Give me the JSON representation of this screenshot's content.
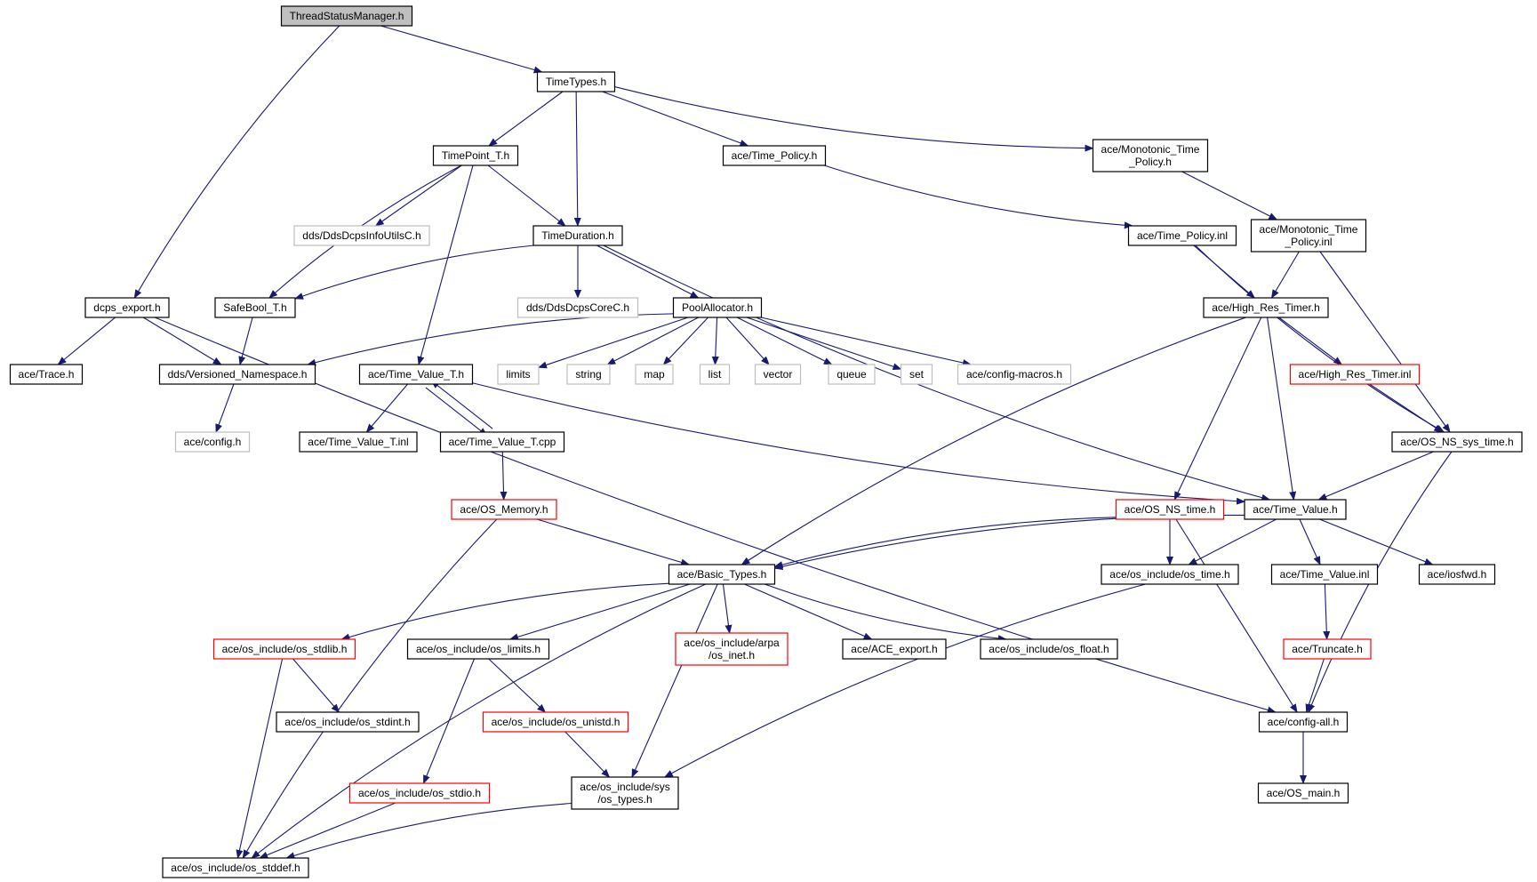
{
  "colors": {
    "edge": "#191970",
    "root_fill": "#bfbfbf",
    "normal_border": "#000000",
    "truncated_border": "#ff0000",
    "external_border": "#bfbfbf",
    "background": "#ffffff"
  },
  "nodes": [
    {
      "id": "n_root",
      "lines": [
        "ThreadStatusManager.h"
      ],
      "kind": "root"
    },
    {
      "id": "n_timetypes",
      "lines": [
        "TimeTypes.h"
      ],
      "kind": "normal"
    },
    {
      "id": "n_timepoint",
      "lines": [
        "TimePoint_T.h"
      ],
      "kind": "normal"
    },
    {
      "id": "n_time_policy",
      "lines": [
        "ace/Time_Policy.h"
      ],
      "kind": "normal"
    },
    {
      "id": "n_mono_policy_h",
      "lines": [
        "ace/Monotonic_Time",
        "_Policy.h"
      ],
      "kind": "normal"
    },
    {
      "id": "n_dds_infoutils",
      "lines": [
        "dds/DdsDcpsInfoUtilsC.h"
      ],
      "kind": "external"
    },
    {
      "id": "n_timeduration",
      "lines": [
        "TimeDuration.h"
      ],
      "kind": "normal"
    },
    {
      "id": "n_time_policy_inl",
      "lines": [
        "ace/Time_Policy.inl"
      ],
      "kind": "normal"
    },
    {
      "id": "n_mono_policy_inl",
      "lines": [
        "ace/Monotonic_Time",
        "_Policy.inl"
      ],
      "kind": "normal"
    },
    {
      "id": "n_dcps_export",
      "lines": [
        "dcps_export.h"
      ],
      "kind": "normal"
    },
    {
      "id": "n_safebool",
      "lines": [
        "SafeBool_T.h"
      ],
      "kind": "normal"
    },
    {
      "id": "n_dds_core",
      "lines": [
        "dds/DdsDcpsCoreC.h"
      ],
      "kind": "external"
    },
    {
      "id": "n_poolalloc",
      "lines": [
        "PoolAllocator.h"
      ],
      "kind": "normal"
    },
    {
      "id": "n_high_res",
      "lines": [
        "ace/High_Res_Timer.h"
      ],
      "kind": "normal"
    },
    {
      "id": "n_trace",
      "lines": [
        "ace/Trace.h"
      ],
      "kind": "normal"
    },
    {
      "id": "n_versioned",
      "lines": [
        "dds/Versioned_Namespace.h"
      ],
      "kind": "normal"
    },
    {
      "id": "n_time_value_t",
      "lines": [
        "ace/Time_Value_T.h"
      ],
      "kind": "normal"
    },
    {
      "id": "n_limits",
      "lines": [
        "limits"
      ],
      "kind": "external"
    },
    {
      "id": "n_string",
      "lines": [
        "string"
      ],
      "kind": "external"
    },
    {
      "id": "n_map",
      "lines": [
        "map"
      ],
      "kind": "external"
    },
    {
      "id": "n_list",
      "lines": [
        "list"
      ],
      "kind": "external"
    },
    {
      "id": "n_vector",
      "lines": [
        "vector"
      ],
      "kind": "external"
    },
    {
      "id": "n_queue",
      "lines": [
        "queue"
      ],
      "kind": "external"
    },
    {
      "id": "n_set",
      "lines": [
        "set"
      ],
      "kind": "external"
    },
    {
      "id": "n_config_macros",
      "lines": [
        "ace/config-macros.h"
      ],
      "kind": "external"
    },
    {
      "id": "n_high_res_inl",
      "lines": [
        "ace/High_Res_Timer.inl"
      ],
      "kind": "truncated"
    },
    {
      "id": "n_config_h",
      "lines": [
        "ace/config.h"
      ],
      "kind": "external"
    },
    {
      "id": "n_time_value_t_inl",
      "lines": [
        "ace/Time_Value_T.inl"
      ],
      "kind": "normal"
    },
    {
      "id": "n_time_value_t_cpp",
      "lines": [
        "ace/Time_Value_T.cpp"
      ],
      "kind": "normal"
    },
    {
      "id": "n_os_ns_sys_time",
      "lines": [
        "ace/OS_NS_sys_time.h"
      ],
      "kind": "normal"
    },
    {
      "id": "n_os_memory",
      "lines": [
        "ace/OS_Memory.h"
      ],
      "kind": "truncated"
    },
    {
      "id": "n_os_ns_time",
      "lines": [
        "ace/OS_NS_time.h"
      ],
      "kind": "truncated"
    },
    {
      "id": "n_time_value",
      "lines": [
        "ace/Time_Value.h"
      ],
      "kind": "normal"
    },
    {
      "id": "n_basic_types",
      "lines": [
        "ace/Basic_Types.h"
      ],
      "kind": "normal"
    },
    {
      "id": "n_os_time",
      "lines": [
        "ace/os_include/os_time.h"
      ],
      "kind": "normal"
    },
    {
      "id": "n_time_value_inl",
      "lines": [
        "ace/Time_Value.inl"
      ],
      "kind": "normal"
    },
    {
      "id": "n_iosfwd",
      "lines": [
        "ace/iosfwd.h"
      ],
      "kind": "normal"
    },
    {
      "id": "n_os_stdlib",
      "lines": [
        "ace/os_include/os_stdlib.h"
      ],
      "kind": "truncated"
    },
    {
      "id": "n_os_limits",
      "lines": [
        "ace/os_include/os_limits.h"
      ],
      "kind": "normal"
    },
    {
      "id": "n_os_inet",
      "lines": [
        "ace/os_include/arpa",
        "/os_inet.h"
      ],
      "kind": "truncated"
    },
    {
      "id": "n_ace_export",
      "lines": [
        "ace/ACE_export.h"
      ],
      "kind": "normal"
    },
    {
      "id": "n_os_float",
      "lines": [
        "ace/os_include/os_float.h"
      ],
      "kind": "normal"
    },
    {
      "id": "n_truncate",
      "lines": [
        "ace/Truncate.h"
      ],
      "kind": "truncated"
    },
    {
      "id": "n_os_stdint",
      "lines": [
        "ace/os_include/os_stdint.h"
      ],
      "kind": "normal"
    },
    {
      "id": "n_os_unistd",
      "lines": [
        "ace/os_include/os_unistd.h"
      ],
      "kind": "truncated"
    },
    {
      "id": "n_config_all",
      "lines": [
        "ace/config-all.h"
      ],
      "kind": "normal"
    },
    {
      "id": "n_os_stdio",
      "lines": [
        "ace/os_include/os_stdio.h"
      ],
      "kind": "truncated"
    },
    {
      "id": "n_sys_types",
      "lines": [
        "ace/os_include/sys",
        "/os_types.h"
      ],
      "kind": "normal"
    },
    {
      "id": "n_os_main",
      "lines": [
        "ace/OS_main.h"
      ],
      "kind": "normal"
    },
    {
      "id": "n_os_stddef",
      "lines": [
        "ace/os_include/os_stddef.h"
      ],
      "kind": "normal"
    }
  ],
  "edges": [
    {
      "from": "n_root",
      "to": "n_timetypes"
    },
    {
      "from": "n_root",
      "to": "n_dcps_export"
    },
    {
      "from": "n_timetypes",
      "to": "n_timepoint"
    },
    {
      "from": "n_timetypes",
      "to": "n_timeduration"
    },
    {
      "from": "n_timetypes",
      "to": "n_time_policy"
    },
    {
      "from": "n_timetypes",
      "to": "n_mono_policy_h"
    },
    {
      "from": "n_timepoint",
      "to": "n_dds_infoutils"
    },
    {
      "from": "n_timepoint",
      "to": "n_timeduration"
    },
    {
      "from": "n_timepoint",
      "to": "n_safebool"
    },
    {
      "from": "n_timepoint",
      "to": "n_time_value_t"
    },
    {
      "from": "n_time_policy",
      "to": "n_time_policy_inl"
    },
    {
      "from": "n_mono_policy_h",
      "to": "n_mono_policy_inl"
    },
    {
      "from": "n_timeduration",
      "to": "n_safebool"
    },
    {
      "from": "n_timeduration",
      "to": "n_dds_core"
    },
    {
      "from": "n_timeduration",
      "to": "n_poolalloc"
    },
    {
      "from": "n_timeduration",
      "to": "n_time_value"
    },
    {
      "from": "n_time_policy_inl",
      "to": "n_high_res"
    },
    {
      "from": "n_time_policy_inl",
      "to": "n_os_ns_sys_time"
    },
    {
      "from": "n_mono_policy_inl",
      "to": "n_high_res"
    },
    {
      "from": "n_mono_policy_inl",
      "to": "n_os_ns_sys_time"
    },
    {
      "from": "n_dcps_export",
      "to": "n_trace"
    },
    {
      "from": "n_dcps_export",
      "to": "n_versioned"
    },
    {
      "from": "n_dcps_export",
      "to": "n_config_all"
    },
    {
      "from": "n_safebool",
      "to": "n_versioned"
    },
    {
      "from": "n_poolalloc",
      "to": "n_versioned"
    },
    {
      "from": "n_poolalloc",
      "to": "n_limits"
    },
    {
      "from": "n_poolalloc",
      "to": "n_string"
    },
    {
      "from": "n_poolalloc",
      "to": "n_map"
    },
    {
      "from": "n_poolalloc",
      "to": "n_list"
    },
    {
      "from": "n_poolalloc",
      "to": "n_vector"
    },
    {
      "from": "n_poolalloc",
      "to": "n_queue"
    },
    {
      "from": "n_poolalloc",
      "to": "n_set"
    },
    {
      "from": "n_poolalloc",
      "to": "n_config_macros"
    },
    {
      "from": "n_high_res",
      "to": "n_basic_types"
    },
    {
      "from": "n_high_res",
      "to": "n_os_ns_time"
    },
    {
      "from": "n_high_res",
      "to": "n_time_value"
    },
    {
      "from": "n_high_res",
      "to": "n_high_res_inl"
    },
    {
      "from": "n_versioned",
      "to": "n_config_h"
    },
    {
      "from": "n_time_value_t",
      "to": "n_time_value_t_inl"
    },
    {
      "from": "n_time_value_t",
      "to": "n_time_value_t_cpp"
    },
    {
      "from": "n_time_value_t",
      "to": "n_time_value"
    },
    {
      "from": "n_time_value_t_cpp",
      "to": "n_time_value_t"
    },
    {
      "from": "n_time_value_t_cpp",
      "to": "n_os_memory"
    },
    {
      "from": "n_high_res_inl",
      "to": "n_os_ns_sys_time"
    },
    {
      "from": "n_os_ns_sys_time",
      "to": "n_time_value"
    },
    {
      "from": "n_os_ns_sys_time",
      "to": "n_config_all"
    },
    {
      "from": "n_os_memory",
      "to": "n_basic_types"
    },
    {
      "from": "n_os_memory",
      "to": "n_os_stddef"
    },
    {
      "from": "n_os_ns_time",
      "to": "n_basic_types"
    },
    {
      "from": "n_os_ns_time",
      "to": "n_os_time"
    },
    {
      "from": "n_os_ns_time",
      "to": "n_config_all"
    },
    {
      "from": "n_time_value",
      "to": "n_basic_types"
    },
    {
      "from": "n_time_value",
      "to": "n_os_time"
    },
    {
      "from": "n_time_value",
      "to": "n_time_value_inl"
    },
    {
      "from": "n_time_value",
      "to": "n_iosfwd"
    },
    {
      "from": "n_basic_types",
      "to": "n_os_stddef"
    },
    {
      "from": "n_basic_types",
      "to": "n_os_stdlib"
    },
    {
      "from": "n_basic_types",
      "to": "n_os_limits"
    },
    {
      "from": "n_basic_types",
      "to": "n_sys_types"
    },
    {
      "from": "n_basic_types",
      "to": "n_os_inet"
    },
    {
      "from": "n_basic_types",
      "to": "n_ace_export"
    },
    {
      "from": "n_basic_types",
      "to": "n_os_float"
    },
    {
      "from": "n_os_time",
      "to": "n_sys_types"
    },
    {
      "from": "n_time_value_inl",
      "to": "n_truncate"
    },
    {
      "from": "n_truncate",
      "to": "n_config_all"
    },
    {
      "from": "n_os_stdlib",
      "to": "n_os_stdint"
    },
    {
      "from": "n_os_stdlib",
      "to": "n_os_stddef"
    },
    {
      "from": "n_os_limits",
      "to": "n_os_unistd"
    },
    {
      "from": "n_os_limits",
      "to": "n_os_stdio"
    },
    {
      "from": "n_os_unistd",
      "to": "n_sys_types"
    },
    {
      "from": "n_config_all",
      "to": "n_os_main"
    },
    {
      "from": "n_os_stdio",
      "to": "n_os_stddef"
    },
    {
      "from": "n_sys_types",
      "to": "n_os_stddef"
    }
  ]
}
